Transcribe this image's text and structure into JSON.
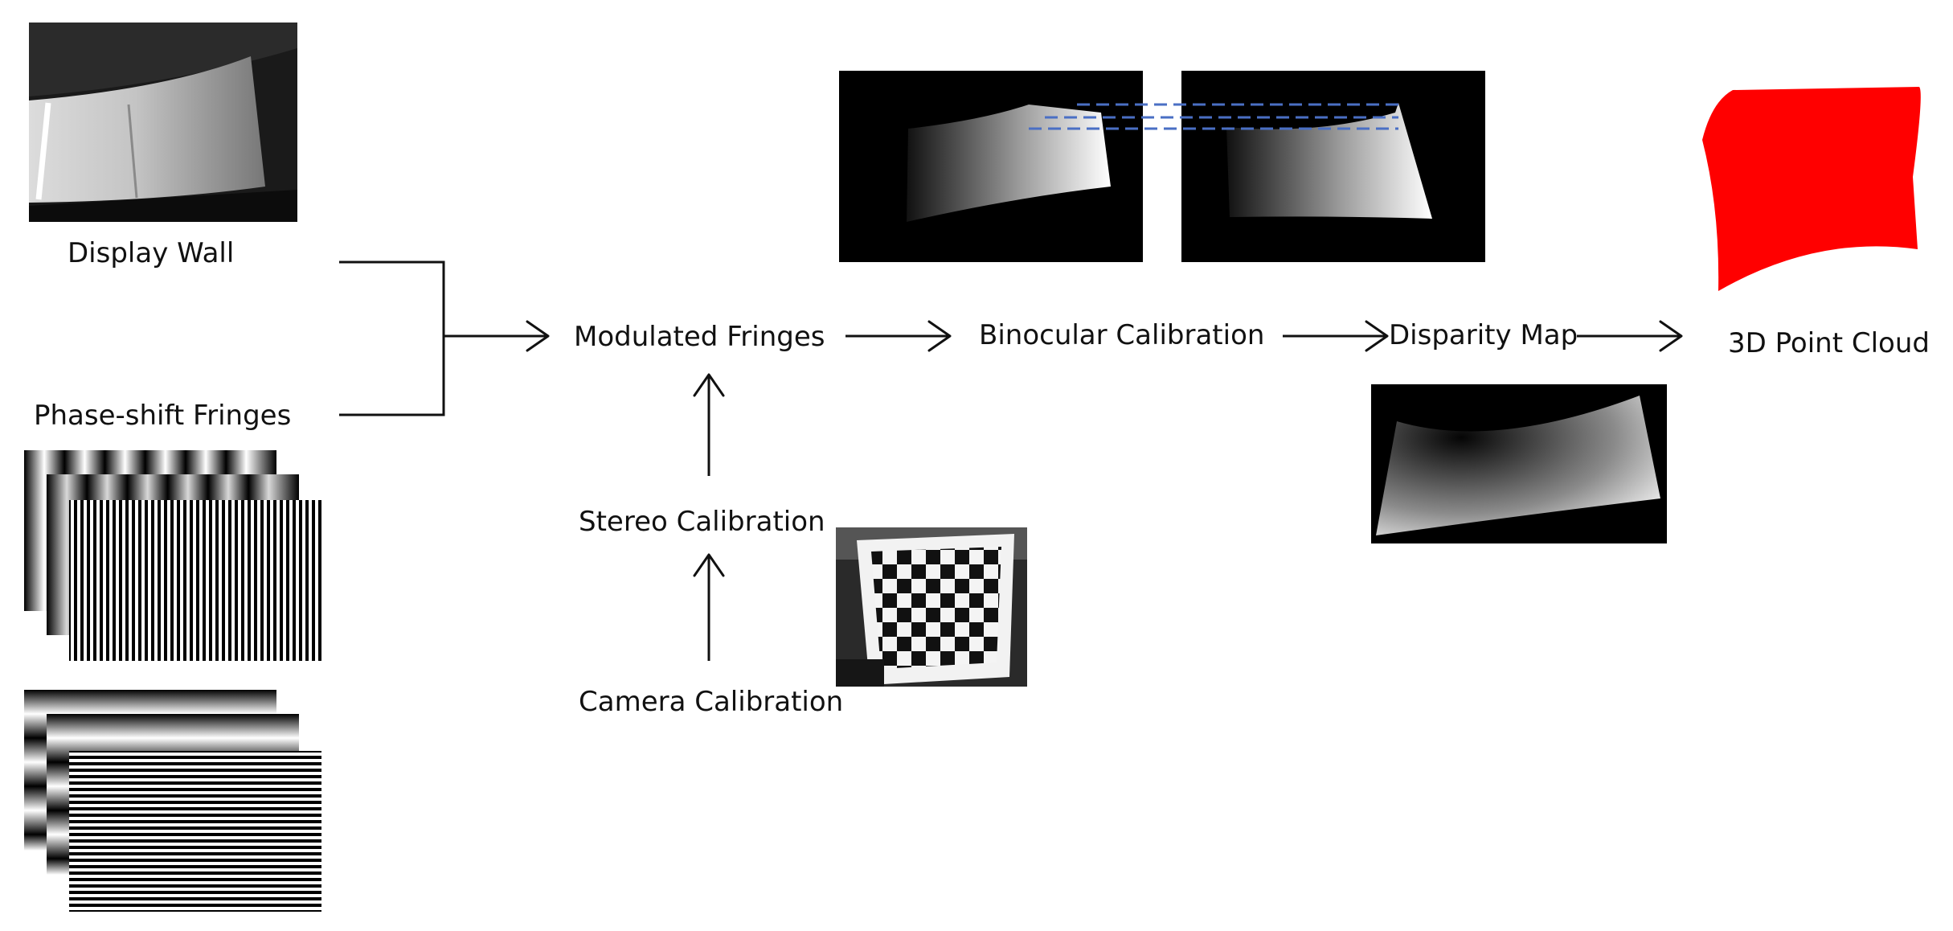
{
  "labels": {
    "display_wall": "Display Wall",
    "phase_shift_fringes": "Phase-shift Fringes",
    "modulated_fringes": "Modulated Fringes",
    "stereo_calibration": "Stereo Calibration",
    "camera_calibration": "Camera Calibration",
    "binocular_calibration": "Binocular Calibration",
    "disparity_map": "Disparity Map",
    "point_cloud": "3D Point Cloud"
  },
  "colors": {
    "point_cloud": "#ff0000",
    "epipolar_lines": "#4a6fc4",
    "arrows": "#111111",
    "photo_background": "#000000"
  }
}
